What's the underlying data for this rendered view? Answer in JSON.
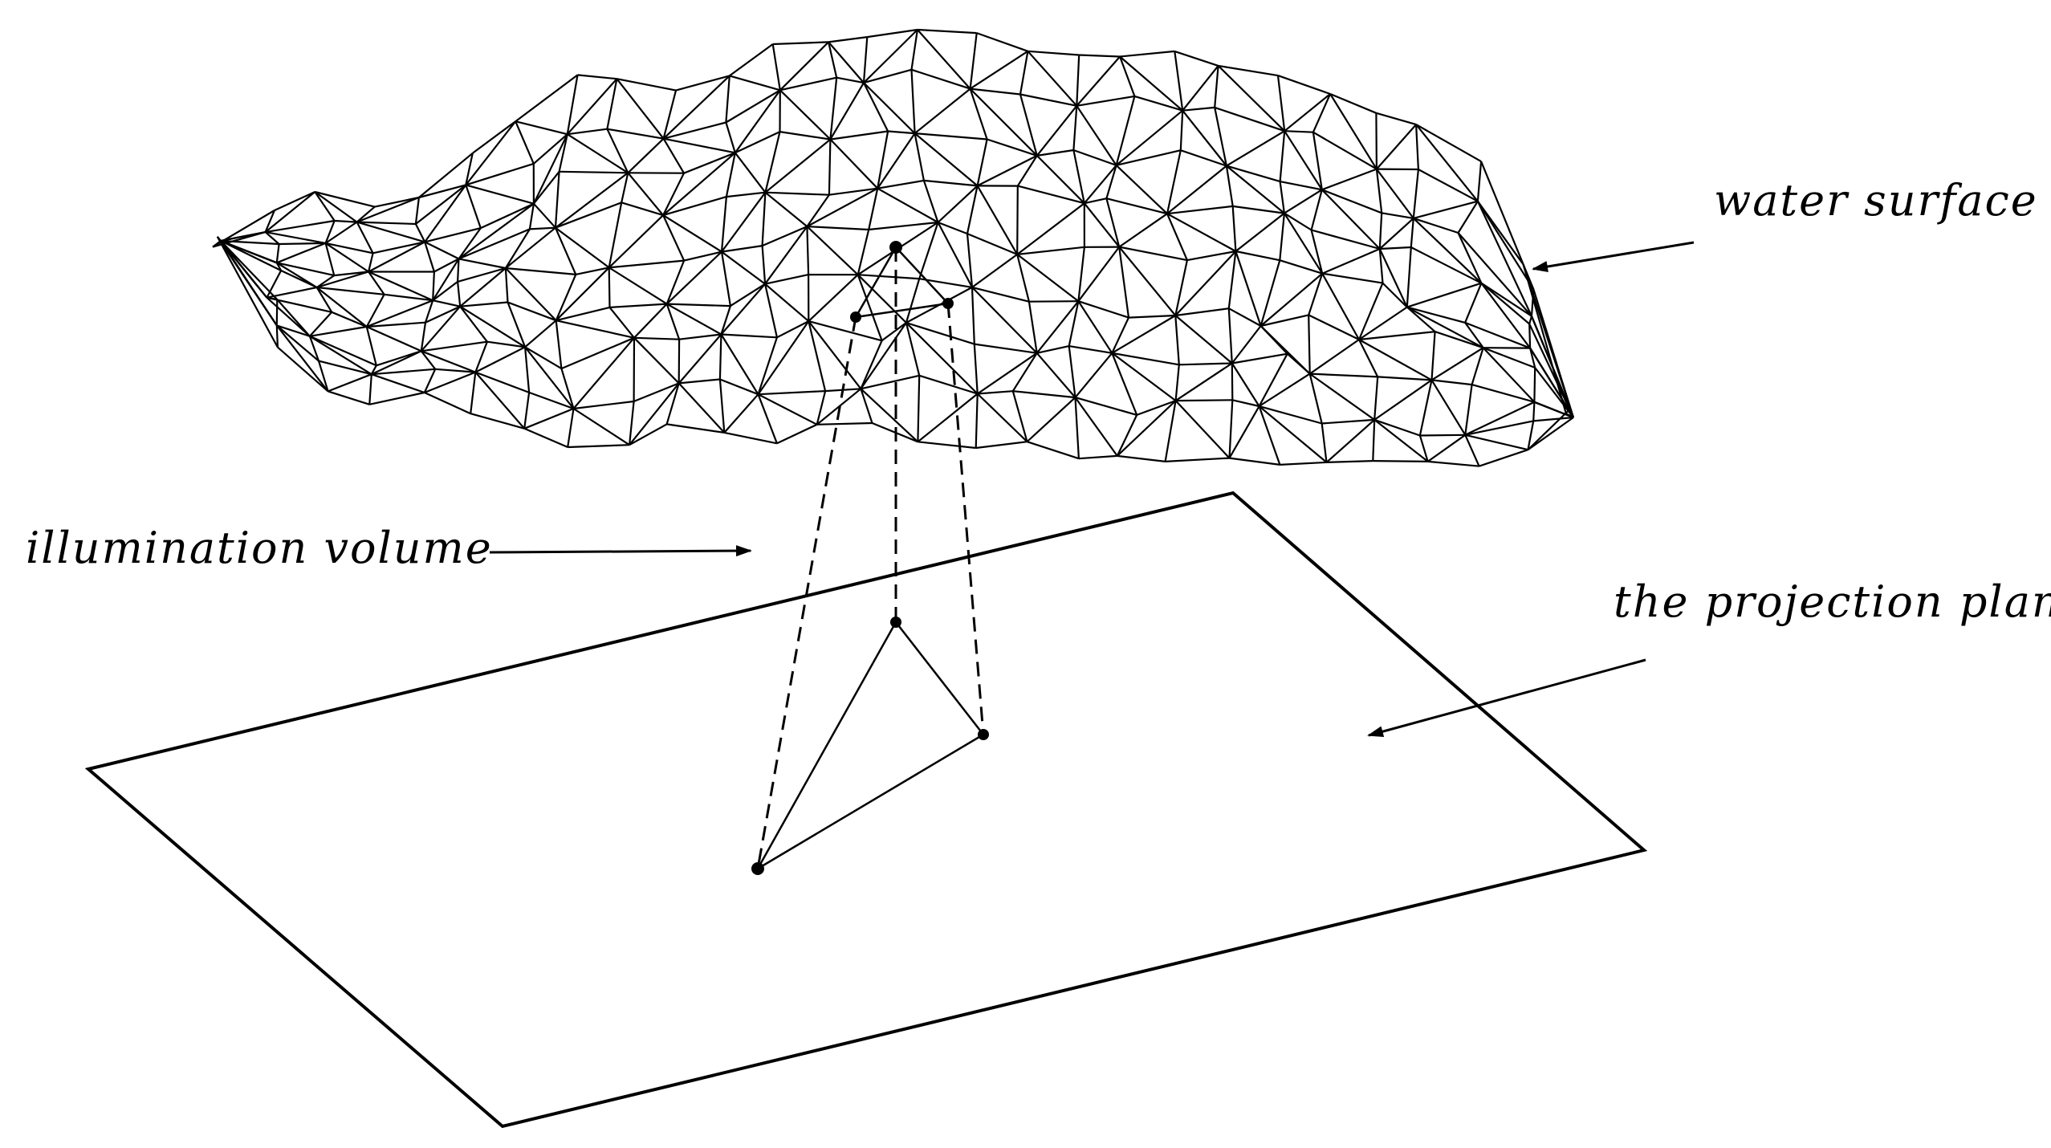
{
  "labels": {
    "water_surface": "water surface",
    "illumination_volume": "illumination volume",
    "projection_plane": "the projection plane"
  },
  "colors": {
    "ink": "#000000",
    "background": "#ffffff"
  }
}
